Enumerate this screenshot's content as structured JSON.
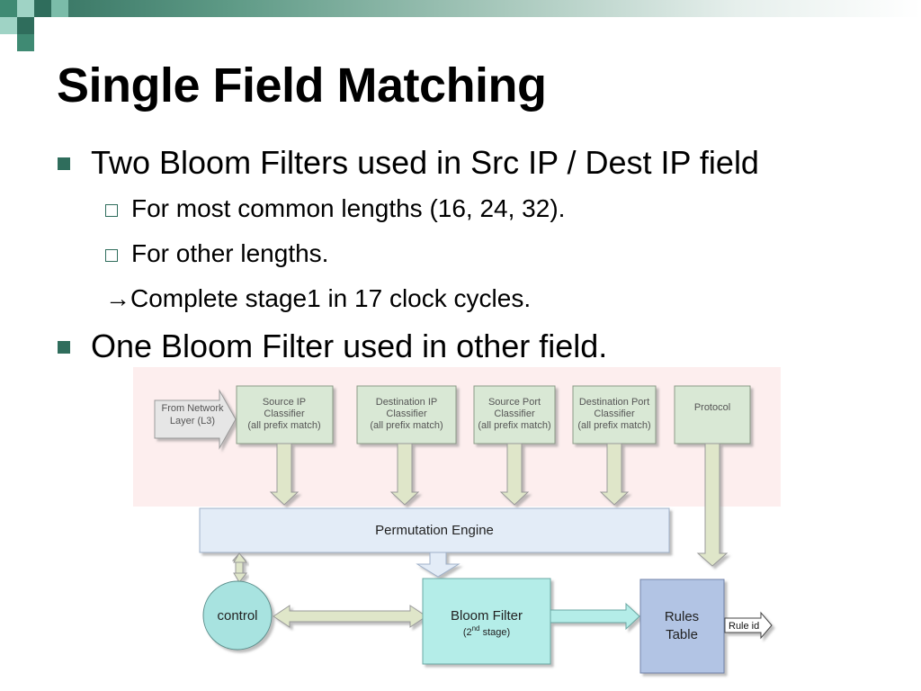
{
  "title": "Single Field Matching",
  "bullets": [
    "Two Bloom Filters used in Src IP / Dest IP field",
    "One Bloom Filter used in other field."
  ],
  "subbullets": [
    "For most common lengths (16, 24, 32).",
    "For other lengths.",
    "→Complete stage1 in 17 clock cycles."
  ],
  "diagram": {
    "input_line1": "From Network",
    "input_line2": "Layer (L3)",
    "classifiers": [
      {
        "line1": "Source IP",
        "line2": "Classifier",
        "line3": "(all prefix match)"
      },
      {
        "line1": "Destination IP",
        "line2": "Classifier",
        "line3": "(all prefix match)"
      },
      {
        "line1": "Source Port",
        "line2": "Classifier",
        "line3": "(all prefix match)"
      },
      {
        "line1": "Destination Port",
        "line2": "Classifier",
        "line3": "(all prefix match)"
      },
      {
        "line1": "Protocol",
        "line2": "",
        "line3": ""
      }
    ],
    "permutation_engine": "Permutation Engine",
    "control": "control",
    "bloom_filter": "Bloom Filter",
    "stage_prefix": "(2",
    "stage_sup": "nd",
    "stage_suffix": " stage)",
    "rules_line1": "Rules",
    "rules_line2": "Table",
    "output_label": "Rule id"
  },
  "colors": {
    "accent": "#2f6d5c",
    "pink_region": "#fdeeee",
    "classifier_fill": "#d9e8d5",
    "permutation_fill": "#e3ecf7",
    "control_fill": "#a8e3e0",
    "bloom_fill": "#b4ede8",
    "rules_fill": "#b2c4e4",
    "arrow_fill": "#dfe6c9"
  }
}
